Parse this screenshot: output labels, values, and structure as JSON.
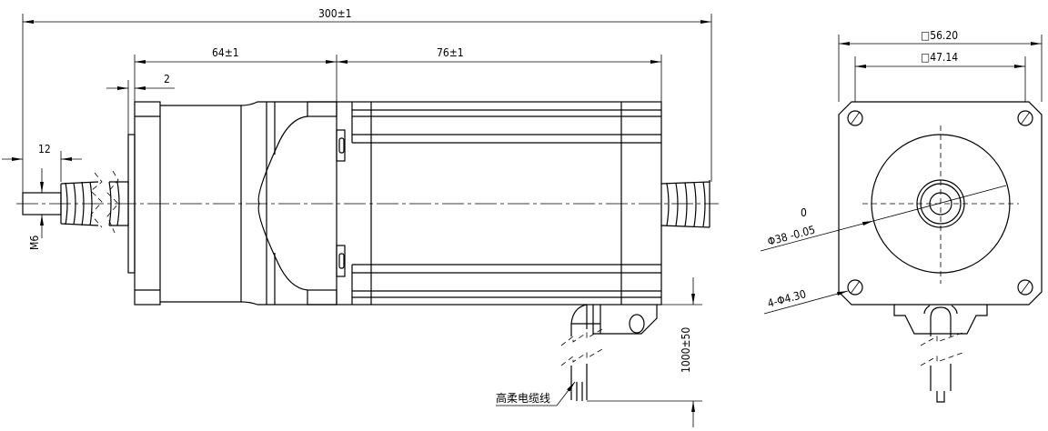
{
  "side_view": {
    "overall_length": "300±1",
    "gearbox_length": "64±1",
    "motor_length": "76±1",
    "flange_thickness": "2",
    "shaft_length": "12",
    "thread": "M6",
    "cable_length": "1000±50",
    "cable_label": "高柔电缆线"
  },
  "front_view": {
    "outer_square": "□56.20",
    "hole_spacing": "□47.14",
    "pilot_tolerance_upper": "0",
    "pilot_diameter": "Φ38 -0.05",
    "mounting_holes": "4-Φ4.30"
  },
  "colors": {
    "line": "#000000",
    "background": "#ffffff"
  }
}
